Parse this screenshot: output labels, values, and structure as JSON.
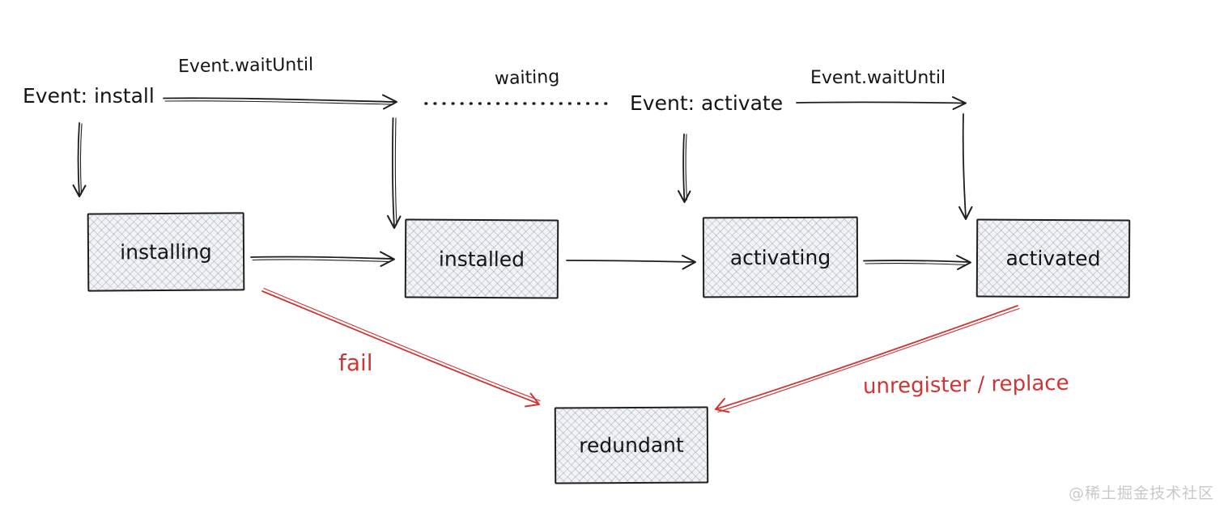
{
  "diagram": {
    "type": "state-diagram",
    "states": [
      {
        "id": "installing",
        "label": "installing"
      },
      {
        "id": "installed",
        "label": "installed"
      },
      {
        "id": "activating",
        "label": "activating"
      },
      {
        "id": "activated",
        "label": "activated"
      },
      {
        "id": "redundant",
        "label": "redundant"
      }
    ],
    "labels": {
      "event_install": "Event: install",
      "wait_until_1": "Event.waitUntil",
      "waiting": "waiting",
      "event_activate": "Event: activate",
      "wait_until_2": "Event.waitUntil",
      "fail": "fail",
      "unregister_replace": "unregister / replace"
    },
    "edges": [
      {
        "from": "Event: install",
        "to": "installing"
      },
      {
        "from": "Event: install",
        "to": "installed",
        "via": "Event.waitUntil"
      },
      {
        "from": "installed",
        "to": "Event: activate",
        "via": "waiting",
        "style": "dotted"
      },
      {
        "from": "Event: activate",
        "to": "activating"
      },
      {
        "from": "Event: activate",
        "to": "activated",
        "via": "Event.waitUntil"
      },
      {
        "from": "installing",
        "to": "installed"
      },
      {
        "from": "installed",
        "to": "activating"
      },
      {
        "from": "activating",
        "to": "activated"
      },
      {
        "from": "installing",
        "to": "redundant",
        "via": "fail",
        "color": "red"
      },
      {
        "from": "activated",
        "to": "redundant",
        "via": "unregister / replace",
        "color": "red"
      }
    ],
    "colors": {
      "stroke": "#1e1e1e",
      "fail_red": "#d03434",
      "box_fill": "#f1f3f6",
      "watermark_gray": "#c9c9c9"
    },
    "watermark": "@稀土掘金技术社区"
  }
}
